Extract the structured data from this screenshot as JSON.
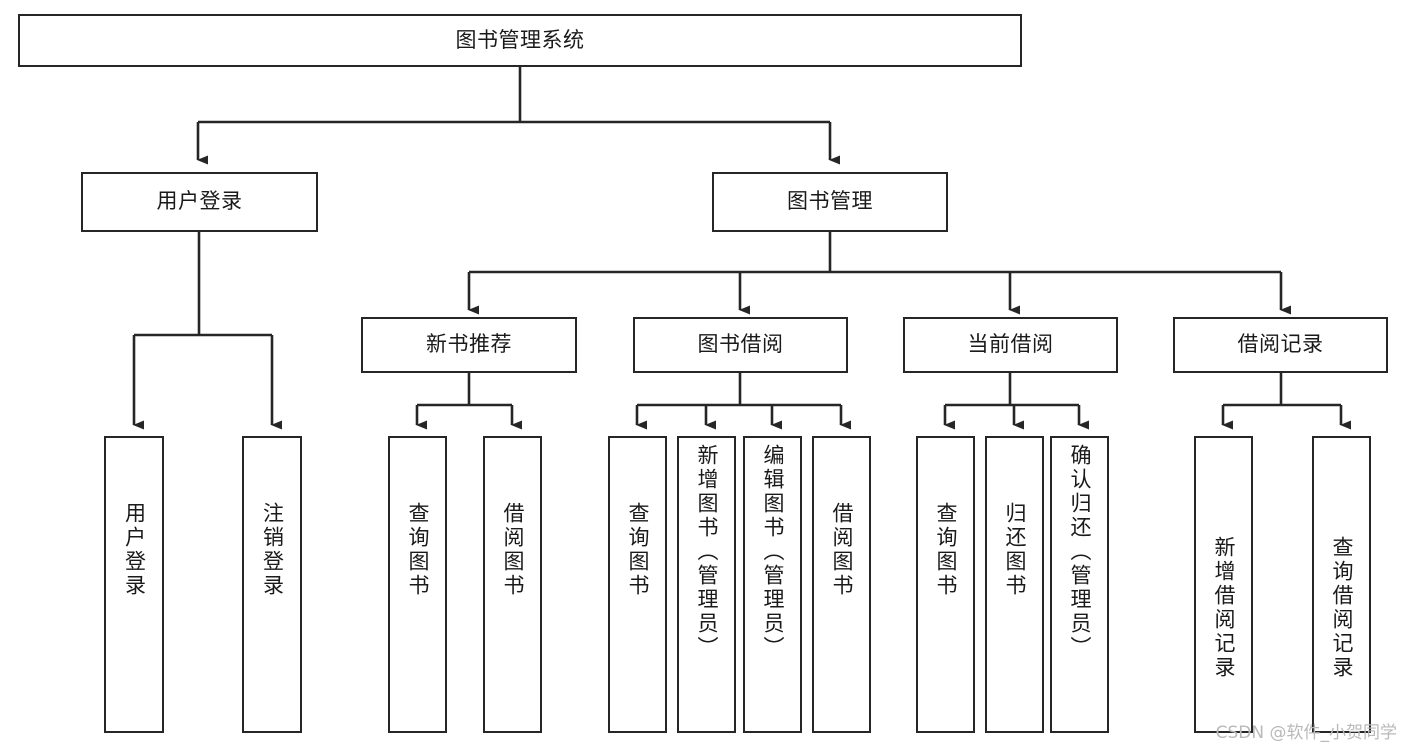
{
  "diagram": {
    "title": "图书管理系统",
    "type": "tree-hierarchy",
    "colors": {
      "stroke": "#262626",
      "fill": "#ffffff",
      "text": "#1a1a1a",
      "watermark": "#b9b9b9"
    },
    "levels": {
      "level1": [
        "图书管理系统"
      ],
      "level2": [
        "用户登录",
        "图书管理"
      ],
      "level3": [
        "新书推荐",
        "图书借阅",
        "当前借阅",
        "借阅记录"
      ],
      "level4": [
        "用户登录",
        "注销登录",
        "查询图书",
        "借阅图书",
        "查询图书",
        "新增图书（管理员）",
        "编辑图书（管理员）",
        "借阅图书",
        "查询图书",
        "归还图书",
        "确认归还（管理员）",
        "新增借阅记录",
        "查询借阅记录"
      ]
    },
    "nodes": {
      "root": {
        "label": "图书管理系统"
      },
      "user_login": {
        "label": "用户登录"
      },
      "book_manage": {
        "label": "图书管理"
      },
      "new_book_rec": {
        "label": "新书推荐"
      },
      "book_borrow": {
        "label": "图书借阅"
      },
      "current_borrow": {
        "label": "当前借阅"
      },
      "borrow_record": {
        "label": "借阅记录"
      },
      "leaf_user_login": {
        "label": "用户登录"
      },
      "leaf_logout": {
        "label": "注销登录"
      },
      "leaf_query_book_1": {
        "label": "查询图书"
      },
      "leaf_borrow_book_1": {
        "label": "借阅图书"
      },
      "leaf_query_book_2": {
        "label": "查询图书"
      },
      "leaf_add_book": {
        "label": "新增图书（管理员）"
      },
      "leaf_edit_book": {
        "label": "编辑图书（管理员）"
      },
      "leaf_borrow_book_2": {
        "label": "借阅图书"
      },
      "leaf_query_book_3": {
        "label": "查询图书"
      },
      "leaf_return_book": {
        "label": "归还图书"
      },
      "leaf_confirm_return": {
        "label": "确认归还（管理员）"
      },
      "leaf_add_record": {
        "label": "新增借阅记录"
      },
      "leaf_query_record": {
        "label": "查询借阅记录"
      }
    },
    "watermark": "CSDN @软件_小贺同学"
  }
}
